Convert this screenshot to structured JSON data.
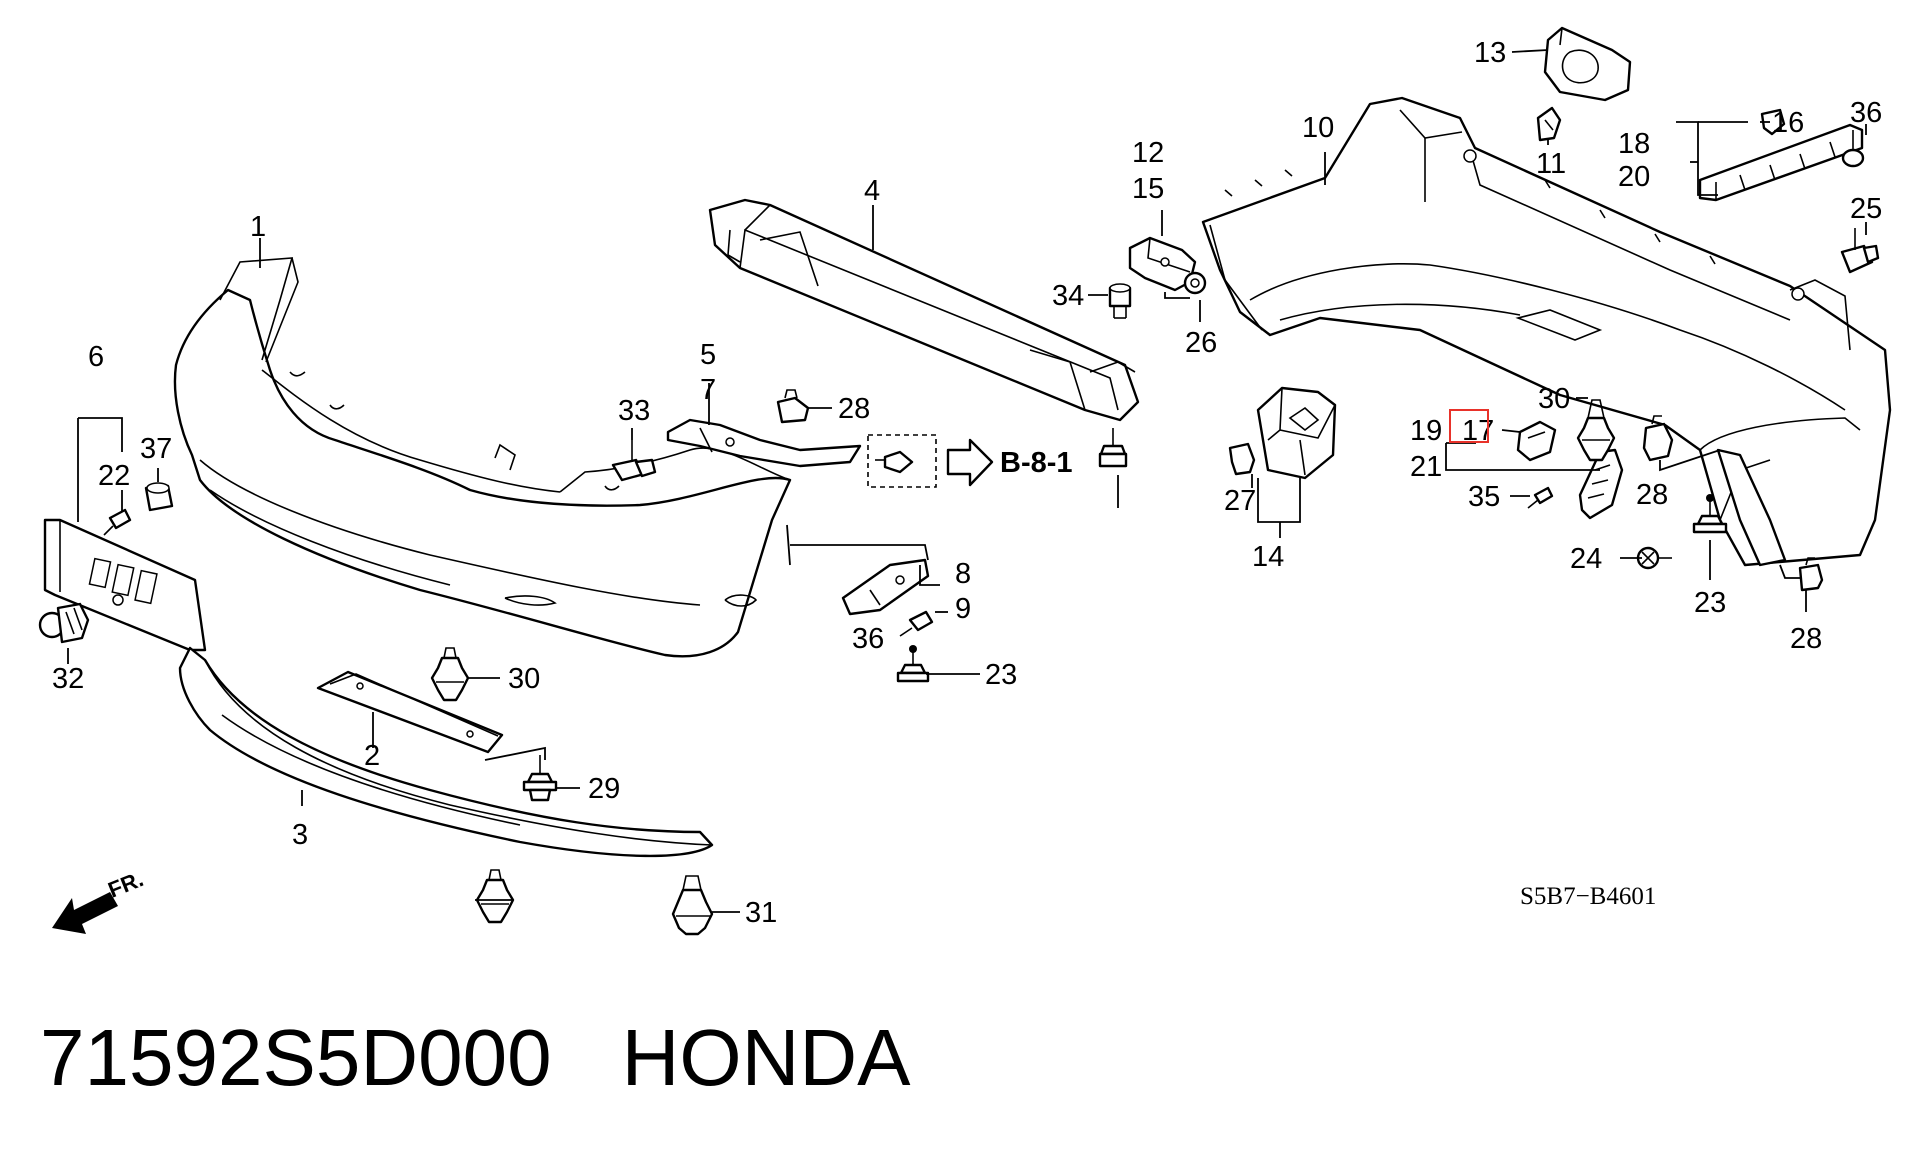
{
  "diagram": {
    "callouts": [
      "1",
      "2",
      "3",
      "4",
      "5",
      "7",
      "6",
      "22",
      "37",
      "32",
      "8",
      "9",
      "36",
      "23",
      "30",
      "29",
      "31",
      "33",
      "28",
      "34",
      "12",
      "15",
      "26",
      "10",
      "13",
      "11",
      "16",
      "18",
      "20",
      "36",
      "25",
      "30",
      "19",
      "17",
      "21",
      "28",
      "35",
      "27",
      "14",
      "24",
      "23",
      "28"
    ],
    "reference": "B-8-1",
    "direction_label": "FR.",
    "diagram_code": "S5B7−B4601",
    "highlighted_callout": "17",
    "highlight_color": "#e8322a"
  },
  "caption": {
    "part_number": "71592S5D000",
    "brand": "HONDA"
  }
}
